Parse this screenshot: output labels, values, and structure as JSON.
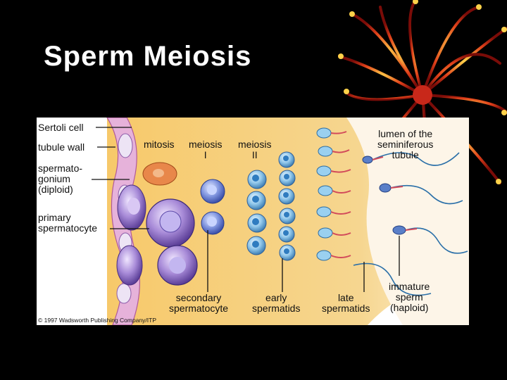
{
  "slide": {
    "title": "Sperm Meiosis",
    "background": "#000000",
    "title_color": "#ffffff"
  },
  "figure": {
    "labels": {
      "sertoli_cell": "Sertoli cell",
      "tubule_wall": "tubule wall",
      "spermatogonium": "spermato-\ngonium\n(diploid)",
      "primary_spermatocyte": "primary\nspermatocyte",
      "mitosis": "mitosis",
      "meiosis_1": "meiosis\nI",
      "meiosis_2": "meiosis\nII",
      "lumen": "lumen of the\nseminiferous\ntubule",
      "secondary_spermatocyte": "secondary\nspermatocyte",
      "early_spermatids": "early\nspermatids",
      "late_spermatids": "late\nspermatids",
      "immature_sperm": "immature\nsperm\n(haploid)"
    },
    "copyright": "© 1997 Wadsworth Publishing Company/ITP",
    "colors": {
      "tissue": "#f2c25a",
      "cell_blue": "#6a7fd6",
      "cell_purple": "#9b7fd0",
      "cell_light_blue": "#8cc6ee",
      "wall_pink": "#d898c8",
      "sperm_tail": "#2a6fa8"
    }
  }
}
